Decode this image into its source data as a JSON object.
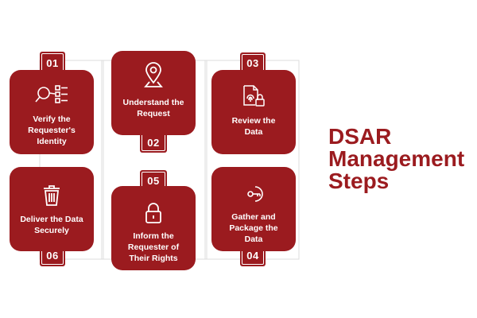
{
  "steps": [
    {
      "number": "01",
      "lines": [
        "Verify the",
        "Requester's",
        "Identity"
      ],
      "icon": "magnifier-checklist-icon"
    },
    {
      "number": "02",
      "lines": [
        "Understand the",
        "Request"
      ],
      "icon": "location-pin-icon"
    },
    {
      "number": "03",
      "lines": [
        "Review the",
        "Data"
      ],
      "icon": "document-fingerprint-lock-icon"
    },
    {
      "number": "04",
      "lines": [
        "Gather and",
        "Package the",
        "Data"
      ],
      "icon": "key-icon"
    },
    {
      "number": "05",
      "lines": [
        "Inform the",
        "Requester of",
        "Their Rights"
      ],
      "icon": "padlock-icon"
    },
    {
      "number": "06",
      "lines": [
        "Deliver the Data",
        "Securely"
      ],
      "icon": "trash-bin-icon"
    }
  ],
  "title": {
    "lines": [
      "DSAR",
      "Management",
      "Steps"
    ]
  },
  "colors": {
    "accent": "#9b1b1f",
    "connector": "#d9d9d9",
    "background": "#ffffff"
  }
}
